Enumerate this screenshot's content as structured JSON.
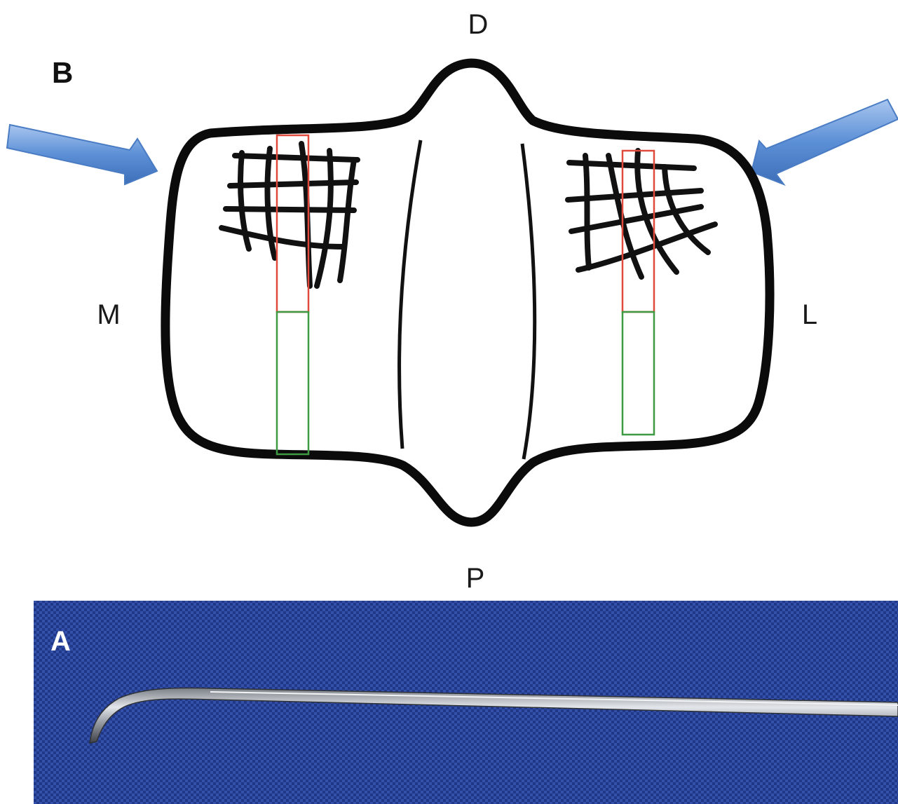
{
  "panels": {
    "diagram": {
      "letter": "B",
      "orientation": {
        "top": "D",
        "bottom": "P",
        "left": "M",
        "right": "L"
      },
      "colors": {
        "arrow": "#5b8fd6",
        "proximal_box": "#e04a3a",
        "distal_box": "#3f9a44",
        "outline": "#0b0b0b"
      }
    },
    "photo": {
      "letter": "A",
      "colors": {
        "cloth": "#28429a",
        "instrument": "#b9bec6"
      }
    }
  }
}
